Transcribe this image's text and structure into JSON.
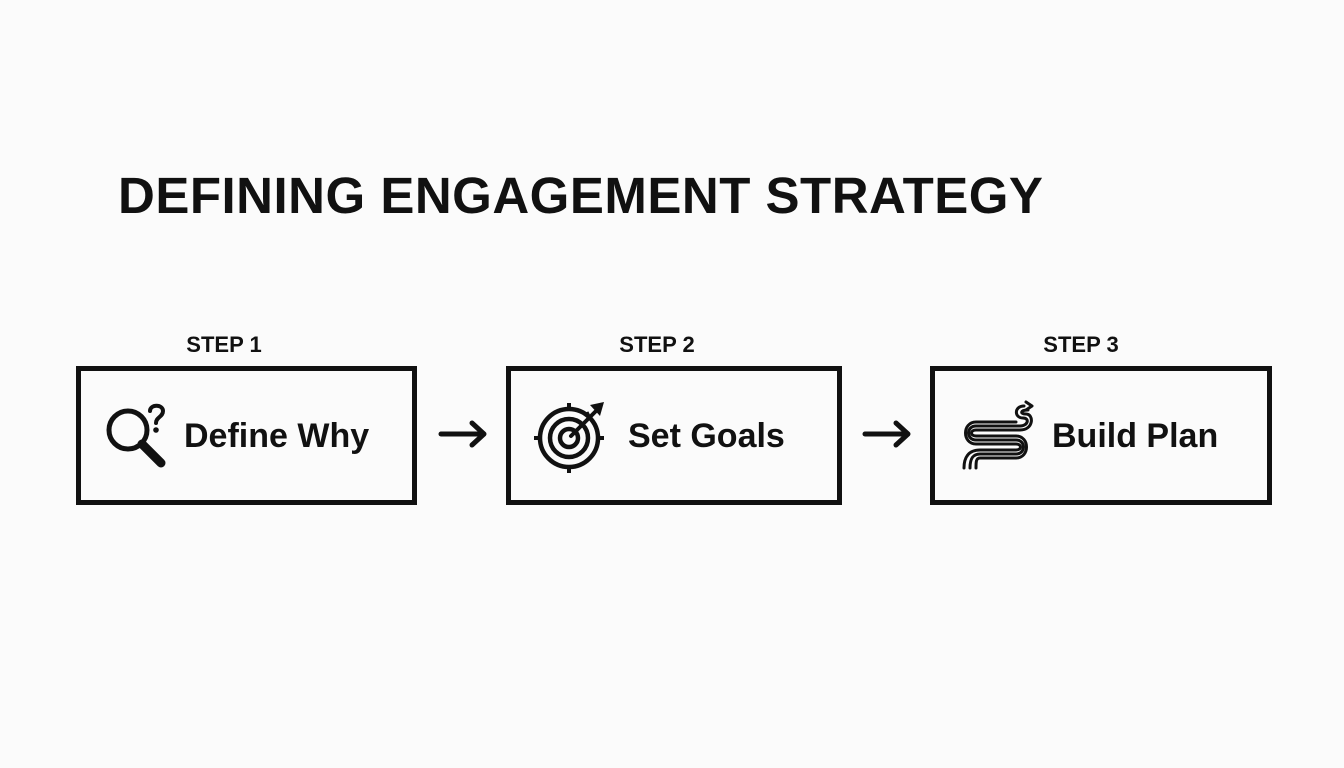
{
  "title": "DEFINING ENGAGEMENT STRATEGY",
  "steps": [
    {
      "label": "STEP 1",
      "text": "Define Why",
      "icon": "magnifier-question-icon"
    },
    {
      "label": "STEP 2",
      "text": "Set Goals",
      "icon": "target-arrow-icon"
    },
    {
      "label": "STEP 3",
      "text": "Build Plan",
      "icon": "winding-path-icon"
    }
  ],
  "colors": {
    "background": "#fbfbfb",
    "ink": "#111111"
  }
}
